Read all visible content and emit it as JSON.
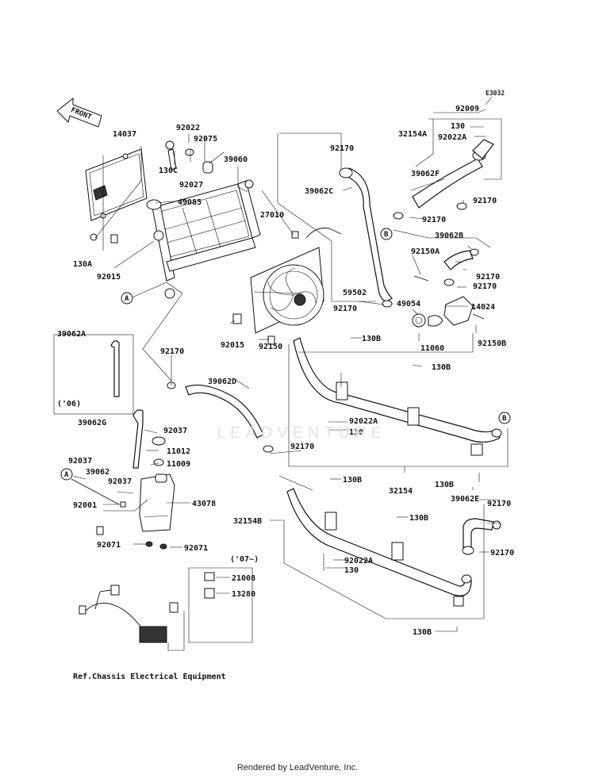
{
  "diagram_code": "E3032",
  "front_label": "FRONT",
  "reference_note": "Ref.Chassis Electrical Equipment",
  "footer": "Rendered by LeadVenture, Inc.",
  "watermark": "LEADVENTURE",
  "model_year_06": "('06)",
  "model_year_07": "('07~)",
  "labels": {
    "l14037": "14037",
    "l92022": "92022",
    "l92075": "92075",
    "l130C": "130C",
    "l92027": "92027",
    "l39060": "39060",
    "l49085": "49085",
    "l27010": "27010",
    "l130A": "130A",
    "l92015a": "92015",
    "lA1": "A",
    "l59502": "59502",
    "l92015b": "92015",
    "l92150": "92150",
    "l39062A": "39062A",
    "l92170a": "92170",
    "l39062D": "39062D",
    "l39062G": "39062G",
    "l92037a": "92037",
    "l11012": "11012",
    "l11009": "11009",
    "l92037b": "92037",
    "lA2": "A",
    "l39062": "39062",
    "l92037c": "92037",
    "l92001": "92001",
    "l43078": "43078",
    "l92071a": "92071",
    "l92071b": "92071",
    "l21008": "21008",
    "l13280": "13280",
    "l92170b": "92170",
    "l39062C": "39062C",
    "l92170c": "92170",
    "l92009": "92009",
    "l32154A": "32154A",
    "l130a": "130",
    "l92022A1": "92022A",
    "l39062F": "39062F",
    "l92170d": "92170",
    "lB1": "B",
    "l92170e": "92170",
    "l39062B": "39062B",
    "l92150A": "92150A",
    "l92170f": "92170",
    "l92170g": "92170",
    "l49054": "49054",
    "l14024": "14024",
    "l11060": "11060",
    "l92150B": "92150B",
    "l130B1": "130B",
    "l130B2": "130B",
    "lB2": "B",
    "l92022A2": "92022A",
    "l130b": "130",
    "l92170h": "92170",
    "l32154": "32154",
    "l130B3": "130B",
    "l130B4": "130B",
    "l39062E": "39062E",
    "l92170i": "92170",
    "l32154B": "32154B",
    "l130B5": "130B",
    "l92170j": "92170",
    "l92022A3": "92022A",
    "l130c": "130",
    "l130B6": "130B"
  }
}
